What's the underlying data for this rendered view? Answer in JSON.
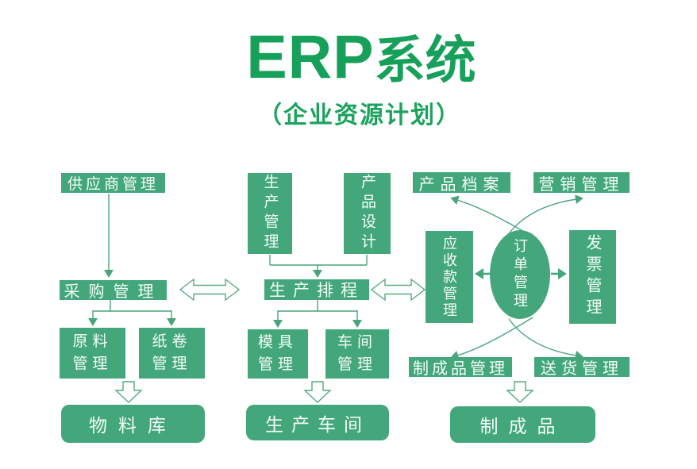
{
  "title": {
    "latin": "ERP",
    "cjk": "系统",
    "subtitle": "（企业资源计划）"
  },
  "colors": {
    "node_green": "#44a77c",
    "title_green": "#17a05a",
    "line_green": "#4aa47b",
    "node_text": "#f4fcf8",
    "background": "#ffffff"
  },
  "nodes": {
    "supplier": {
      "label": "供应商管理"
    },
    "purchasing": {
      "label": "采购管理"
    },
    "raw_material": {
      "label": "原料\n管理"
    },
    "paper_roll": {
      "label": "纸卷\n管理"
    },
    "material_store": {
      "label": "物料库"
    },
    "production_mgmt": {
      "label": "生产管理"
    },
    "product_design": {
      "label": "产品设计"
    },
    "schedule": {
      "label": "生产排程"
    },
    "mold_mgmt": {
      "label": "模具\n管理"
    },
    "workshop_mgmt": {
      "label": "车间\n管理"
    },
    "production_shop": {
      "label": "生产车间"
    },
    "product_archive": {
      "label": "产品档案"
    },
    "marketing_mgmt": {
      "label": "营销管理"
    },
    "receivables": {
      "label": "应收款管理"
    },
    "order_mgmt": {
      "label": "订单管理"
    },
    "invoice_mgmt": {
      "label": "发票管理"
    },
    "finished_mgmt": {
      "label": "制成品管理"
    },
    "delivery_mgmt": {
      "label": "送货管理"
    },
    "finished_goods": {
      "label": "制成品"
    }
  }
}
